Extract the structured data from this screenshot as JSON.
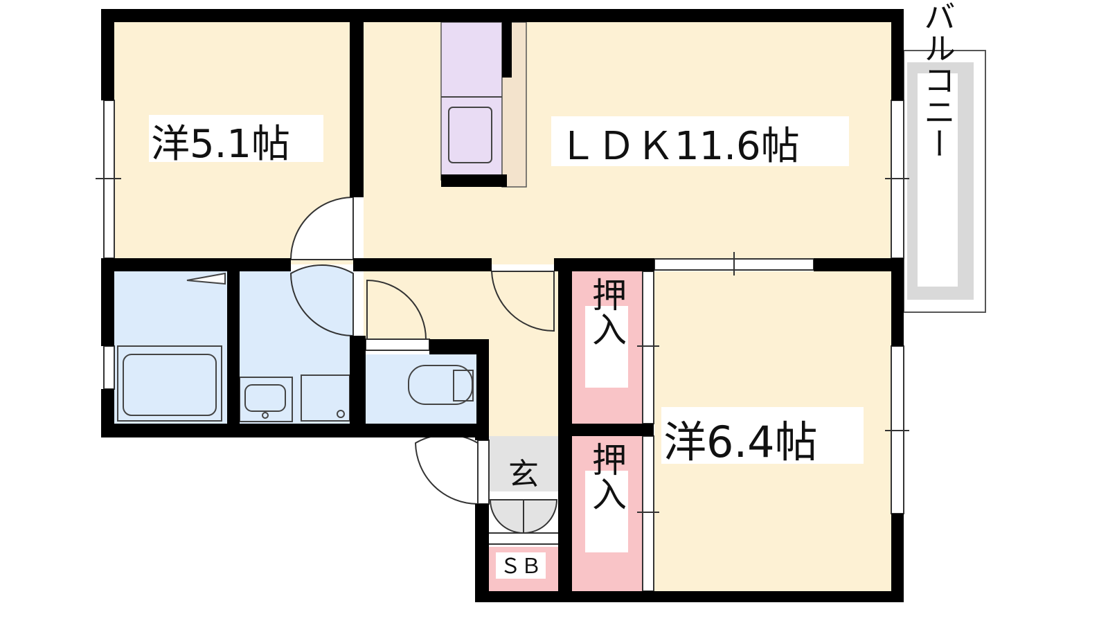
{
  "floorplan": {
    "rooms": {
      "western_room_1": {
        "label": "洋5.1帖"
      },
      "ldk": {
        "label": "ＬＤＫ11.6帖"
      },
      "western_room_2": {
        "label": "洋6.4帖"
      },
      "balcony": {
        "label": "バルコニー"
      },
      "closet_upper": {
        "label": "押入"
      },
      "closet_lower": {
        "label": "押入"
      },
      "entrance": {
        "label": "玄"
      },
      "shoe_box": {
        "label": "ＳＢ"
      }
    },
    "colors": {
      "room_floor": "#fdf1d4",
      "wet_area": "#dcebfb",
      "closet": "#f9c4c7",
      "kitchen": "#e9dcf4",
      "entrance_floor": "#e3e3e3",
      "balcony": "#d9d9d9",
      "wall": "#000000"
    }
  }
}
